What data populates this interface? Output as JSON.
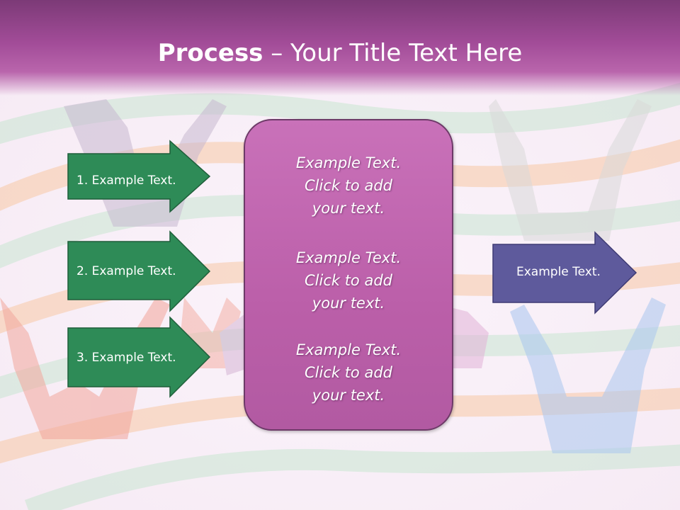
{
  "slide": {
    "title_bold": "Process",
    "title_rest": " – Your Title Text Here"
  },
  "left_arrows": [
    {
      "label": "1. Example Text."
    },
    {
      "label": "2. Example Text."
    },
    {
      "label": "3. Example Text."
    }
  ],
  "center_box": {
    "paragraphs": [
      {
        "line1": "Example Text.",
        "line2": "Click  to add",
        "line3": "your text."
      },
      {
        "line1": "Example Text.",
        "line2": "Click  to add",
        "line3": "your text."
      },
      {
        "line1": "Example Text.",
        "line2": "Click  to add",
        "line3": "your text."
      }
    ]
  },
  "right_arrow": {
    "label": "Example Text."
  },
  "colors": {
    "title_bar": "#a24c98",
    "green_arrow": "#2e8b57",
    "purple_box": "#bb5fa9",
    "blue_arrow": "#5e5a9c"
  }
}
